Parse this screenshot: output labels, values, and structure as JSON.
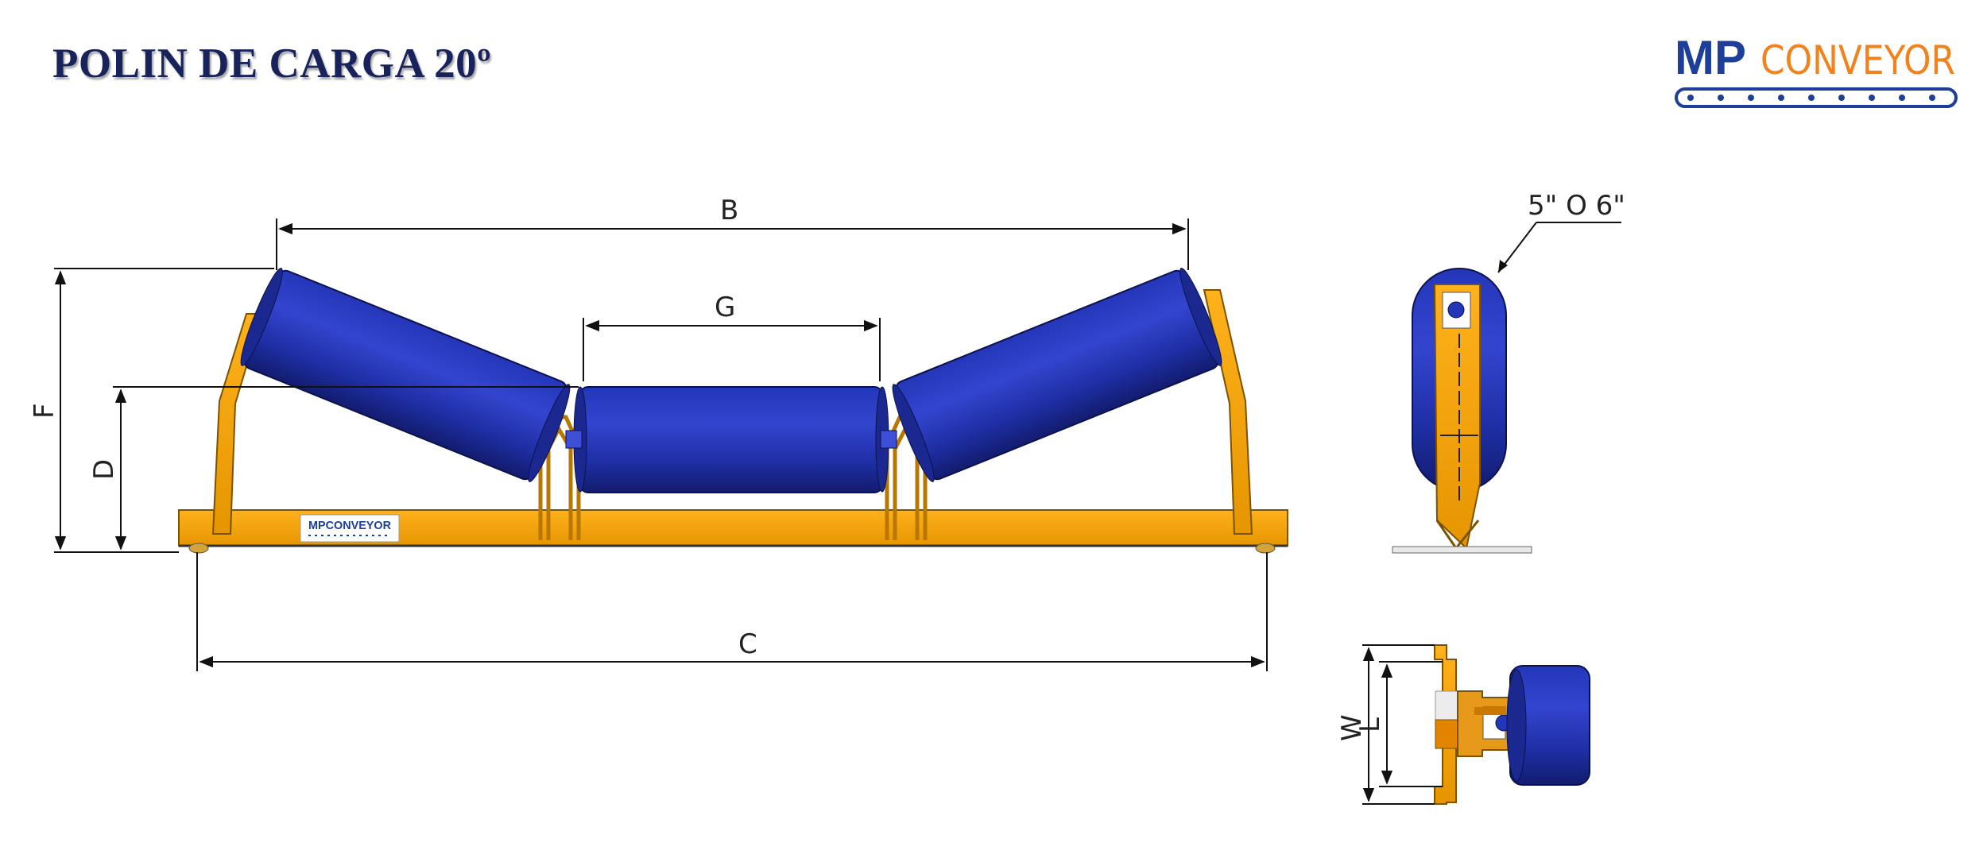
{
  "title": "POLIN DE CARGA 20º",
  "logo": {
    "part1": "MP",
    "part2": "CONVEYOR",
    "small": "MPCONVEYOR"
  },
  "dims": {
    "B": "B",
    "G": "G",
    "C": "C",
    "F": "F",
    "D": "D",
    "W": "W",
    "L": "L"
  },
  "side_note": "5\" O 6\"",
  "colors": {
    "roller": "#1f2fa6",
    "frame": "#f5a20f",
    "title": "#17235a",
    "logo_blue": "#1d3f9a",
    "logo_orange": "#f0831e"
  }
}
